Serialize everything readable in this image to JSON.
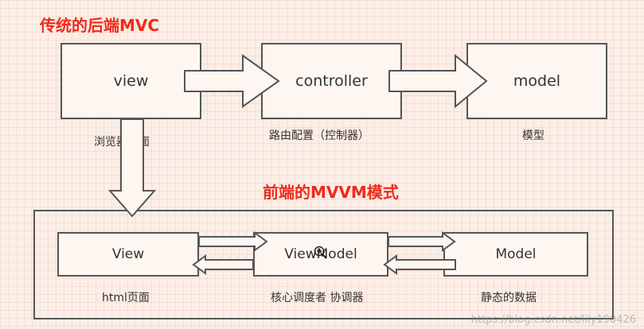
{
  "top_title": "传统的后端MVC",
  "bottom_title": "前端的MVVM模式",
  "mvc": {
    "view": "view",
    "view_caption": "浏览器页面",
    "controller": "controller",
    "controller_caption": "路由配置（控制器）",
    "model": "model",
    "model_caption": "模型"
  },
  "mvvm": {
    "view": "View",
    "view_caption": "html页面",
    "viewmodel": "ViewModel",
    "viewmodel_caption": "核心调度者 协调器",
    "model": "Model",
    "model_caption": "静态的数据"
  },
  "watermark": "https://blog.csdn.net/lily190426",
  "colors": {
    "title": "#f02a1c",
    "background": "#fbeee6",
    "box": "#fef6f1"
  }
}
